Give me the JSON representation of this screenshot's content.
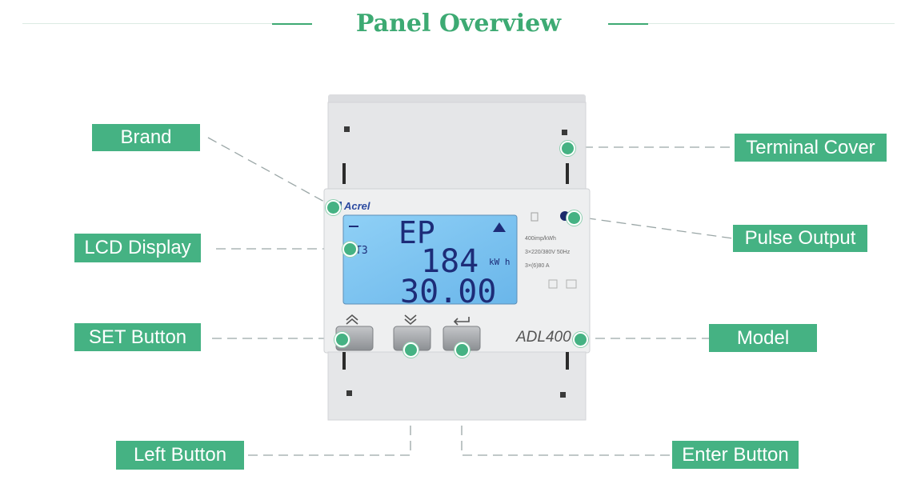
{
  "title": "Panel Overview",
  "labels": {
    "brand": "Brand",
    "terminal_cover": "Terminal Cover",
    "lcd_display": "LCD Display",
    "pulse_output": "Pulse Output",
    "set_button": "SET Button",
    "model": "Model",
    "left_button": "Left Button",
    "enter_button": "Enter Button"
  },
  "device": {
    "brand_name": "Acrel",
    "model_name": "ADL400",
    "lcd": {
      "mode": "EP",
      "tariff": "T3",
      "value_top": "184",
      "value_bottom": "30.00",
      "unit": "kW h"
    },
    "specs": [
      "400imp/kWh",
      "3×220/380V 50Hz",
      "3×(6)80 A"
    ]
  },
  "colors": {
    "accent": "#45b283",
    "title": "#3daa73",
    "lcd_background": "#7fc6f2",
    "lcd_segments": "#1d2c78",
    "housing": "#e7e8ea"
  },
  "icons": {
    "set_button": "double-chevron-up-icon",
    "left_button": "double-chevron-down-icon",
    "enter_button": "return-arrow-icon",
    "pulse_led": "led-indicator-icon"
  }
}
